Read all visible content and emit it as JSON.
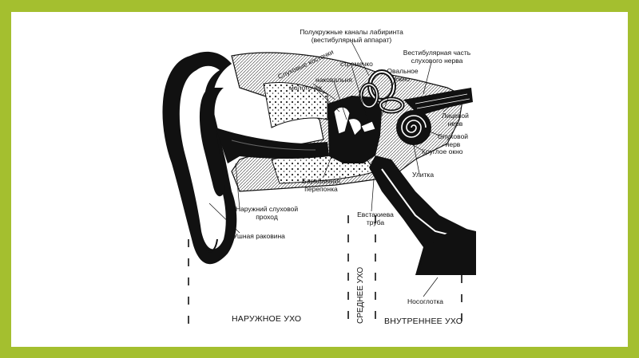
{
  "labels": {
    "canals": "Полукружные каналы лабиринта",
    "canals_sub": "(вестибулярный аппарат)",
    "vestibular": "Вестибулярная часть",
    "vestibular_sub": "слухового нерва",
    "ossicles": "Слуховые косточки",
    "stapes": "стремечко",
    "oval": "Овальное",
    "oval_sub": "окно",
    "incus": "наковальня",
    "malleus": "молоточек",
    "facial": "Лицевой",
    "facial_sub": "нерв",
    "auditory": "Слуховой",
    "auditory_sub": "нерв",
    "round": "Круглое окно",
    "cochlea": "Улитка",
    "eardrum": "Барабанная",
    "eardrum_sub": "перепонка",
    "canal": "Наружний слуховой",
    "canal_sub": "проход",
    "auricle": "Ушная раковина",
    "eustachian": "Евстахиева",
    "eustachian_sub": "труба",
    "nasopharynx": "Носоглотка"
  },
  "zones": {
    "outer": "НАРУЖНОЕ УХО",
    "middle": "СРЕДНЕЕ УХО",
    "inner": "ВНУТРЕННЕЕ УХО"
  },
  "colors": {
    "background": "#a4bf2f",
    "panel": "#ffffff",
    "ink": "#111111"
  }
}
